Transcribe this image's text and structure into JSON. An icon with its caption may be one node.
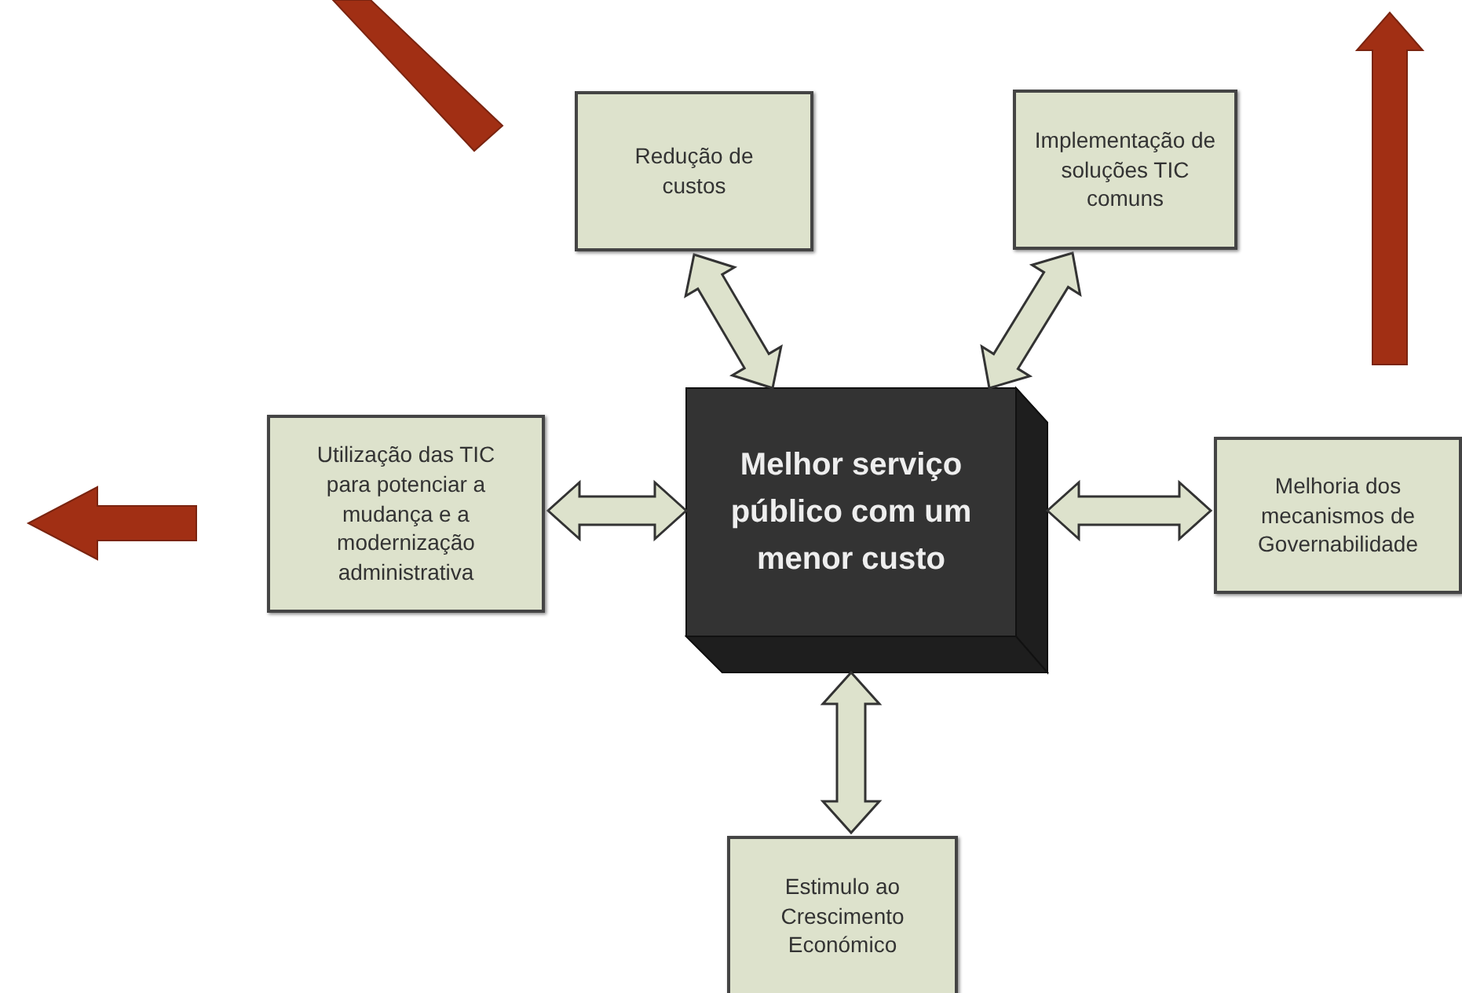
{
  "diagram": {
    "nodes": [
      {
        "text": [
          "Melhor serviço público com um menor custo"
        ]
      },
      {
        "text": [
          "Redução de custos"
        ]
      },
      {
        "text": [
          "Implementação de soluções TIC comuns"
        ]
      },
      {
        "text": [
          "Utilização das TIC para potenciar a mudança e a modernização administrativa"
        ]
      },
      {
        "text": [
          "Melhoria dos mecanismos de Governabilidade"
        ]
      },
      {
        "text": [
          "Estimulo ao Crescimento Económico"
        ]
      }
    ],
    "edges": [
      {
        "from": 0,
        "to": 1,
        "arrow": "both"
      },
      {
        "from": 0,
        "to": 2,
        "arrow": "both"
      },
      {
        "from": 0,
        "to": 3,
        "arrow": "both"
      },
      {
        "from": 0,
        "to": 4,
        "arrow": "both"
      },
      {
        "from": 0,
        "to": 5,
        "arrow": "both"
      }
    ]
  }
}
